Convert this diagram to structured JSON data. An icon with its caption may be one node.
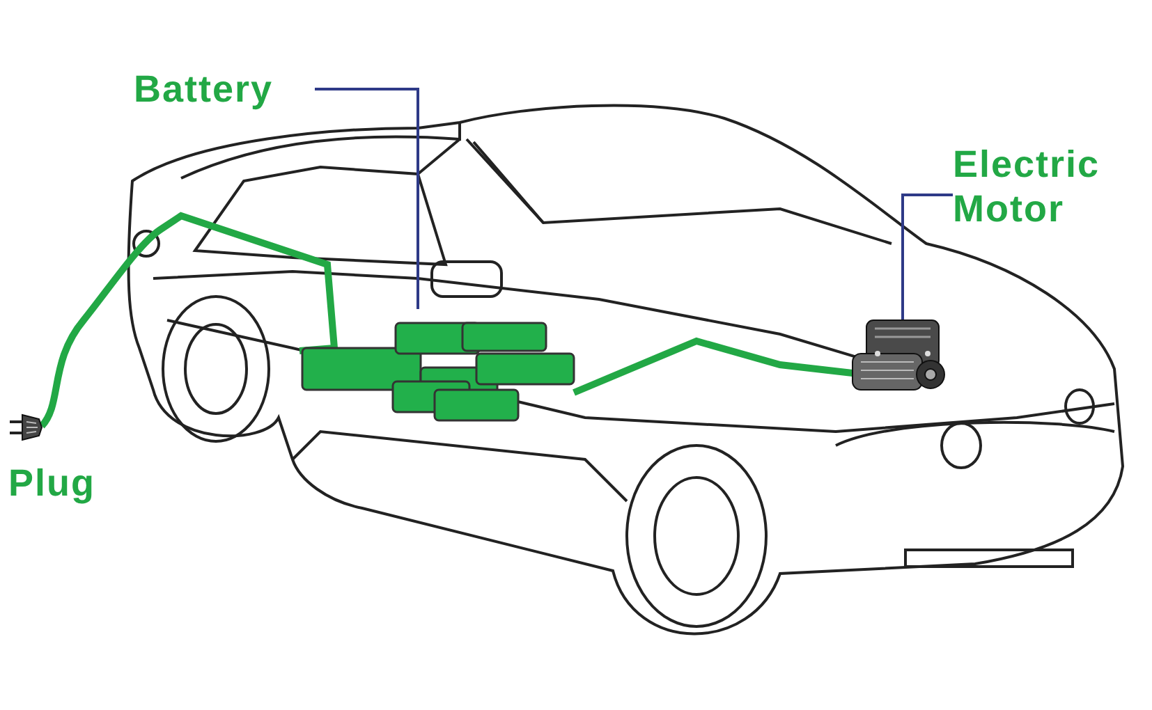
{
  "diagram": {
    "nodes": [
      {
        "text": [
          "Battery"
        ]
      },
      {
        "text": [],
        "shape": "picture"
      },
      {
        "text": [
          "Electric Motor"
        ]
      },
      {
        "text": [],
        "shape": "picture"
      },
      {
        "text": [],
        "shape": "picture",
        "beside": [
          "Plug"
        ]
      }
    ],
    "edges": [
      {
        "from": 0,
        "to": 1,
        "arrow": "none"
      },
      {
        "from": 2,
        "to": 3,
        "arrow": "none"
      },
      {
        "from": 4,
        "to": 1,
        "arrow": "none",
        "style": "thick",
        "color": "#22a845"
      },
      {
        "from": 1,
        "to": 3,
        "arrow": "none",
        "style": "thick",
        "color": "#22a845"
      }
    ]
  }
}
